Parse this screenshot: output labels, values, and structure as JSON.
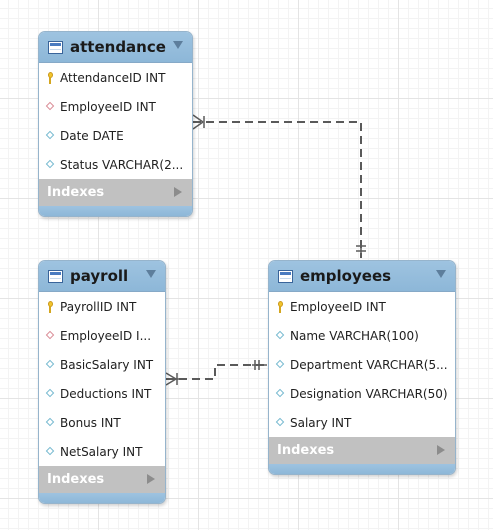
{
  "tables": {
    "attendance": {
      "name": "attendance",
      "columns": [
        {
          "label": "AttendanceID INT",
          "icon": "primary-key-icon"
        },
        {
          "label": "EmployeeID INT",
          "icon": "foreign-key-icon"
        },
        {
          "label": "Date DATE",
          "icon": "column-icon"
        },
        {
          "label": "Status VARCHAR(2...",
          "icon": "column-icon"
        }
      ],
      "indexes_label": "Indexes"
    },
    "payroll": {
      "name": "payroll",
      "columns": [
        {
          "label": "PayrollID INT",
          "icon": "primary-key-icon"
        },
        {
          "label": "EmployeeID I...",
          "icon": "foreign-key-icon"
        },
        {
          "label": "BasicSalary INT",
          "icon": "column-icon"
        },
        {
          "label": "Deductions INT",
          "icon": "column-icon"
        },
        {
          "label": "Bonus INT",
          "icon": "column-icon"
        },
        {
          "label": "NetSalary INT",
          "icon": "column-icon"
        }
      ],
      "indexes_label": "Indexes"
    },
    "employees": {
      "name": "employees",
      "columns": [
        {
          "label": "EmployeeID INT",
          "icon": "primary-key-icon"
        },
        {
          "label": "Name VARCHAR(100)",
          "icon": "column-icon"
        },
        {
          "label": "Department VARCHAR(5...",
          "icon": "column-icon"
        },
        {
          "label": "Designation VARCHAR(50)",
          "icon": "column-icon"
        },
        {
          "label": "Salary INT",
          "icon": "column-icon"
        }
      ],
      "indexes_label": "Indexes"
    }
  },
  "relationships": [
    {
      "from": "attendance.EmployeeID",
      "to": "employees.EmployeeID",
      "from_cardinality": "many",
      "to_cardinality": "one"
    },
    {
      "from": "payroll.EmployeeID",
      "to": "employees.EmployeeID",
      "from_cardinality": "many",
      "to_cardinality": "one"
    }
  ],
  "colors": {
    "header": "#9ec3e0",
    "indexes_bar": "#c1c1c1",
    "connector": "#5a5a5a",
    "primary_key": "#f2c52c",
    "foreign_key": "#d98b95",
    "column": "#75b9cf"
  }
}
